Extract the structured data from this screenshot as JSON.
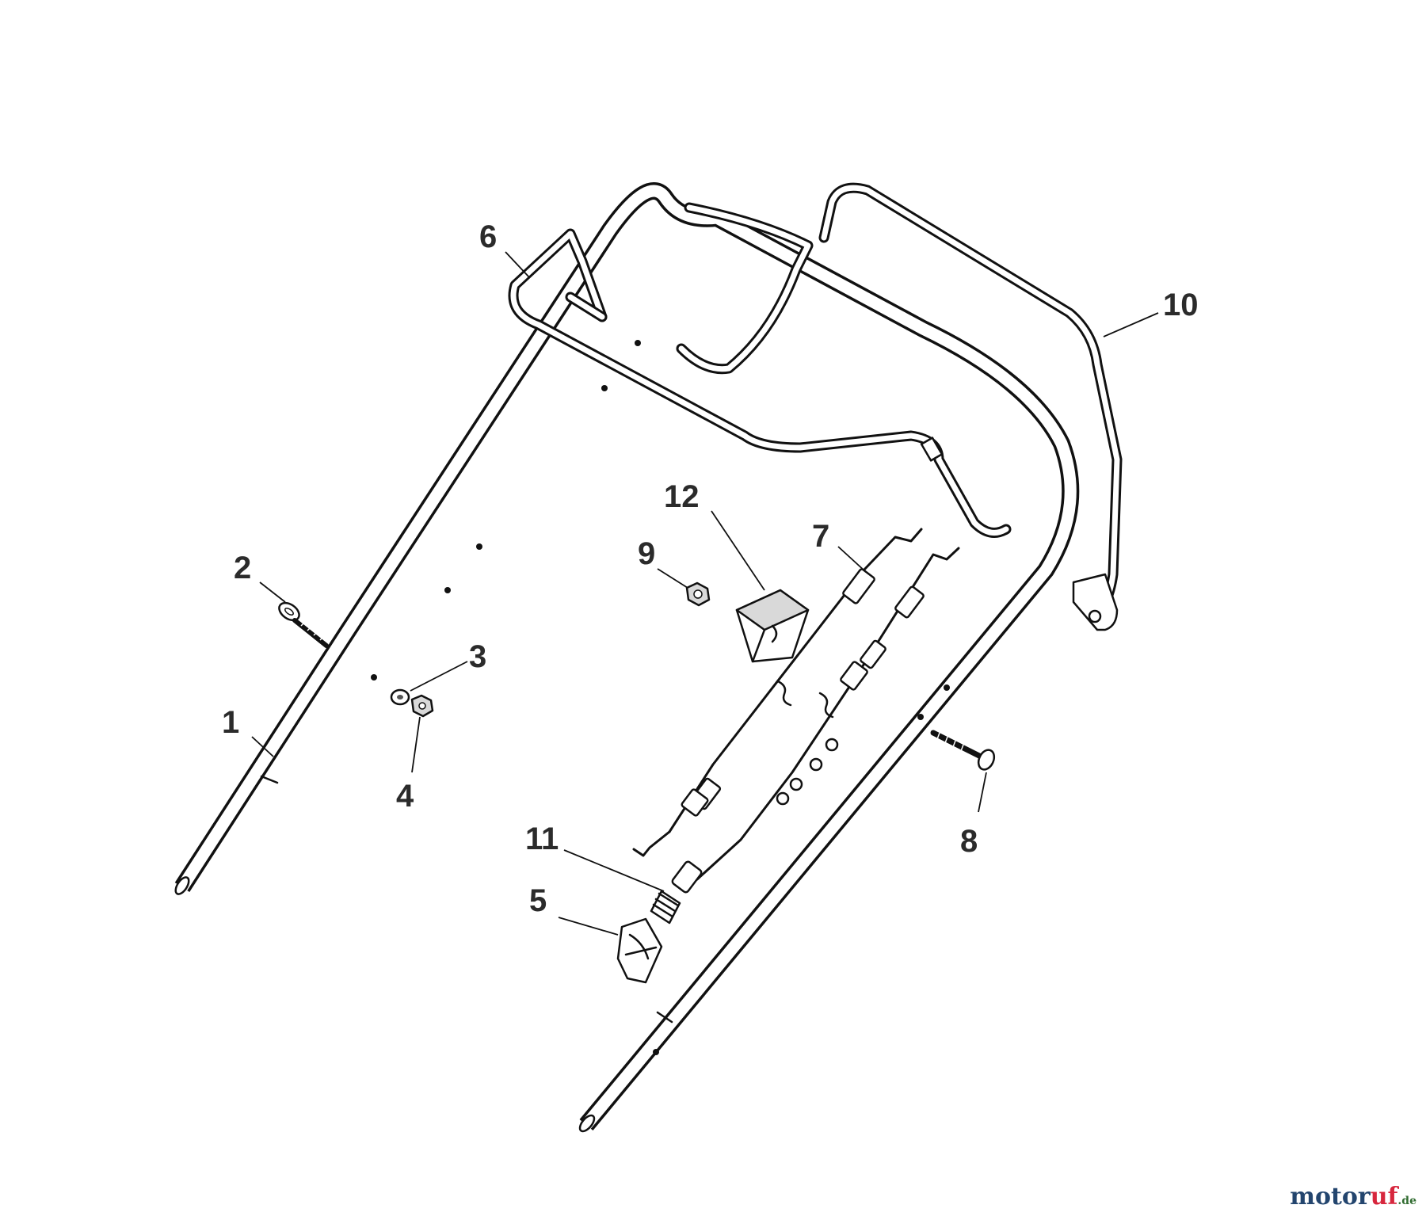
{
  "diagram": {
    "callouts": [
      {
        "id": "1",
        "label": "1"
      },
      {
        "id": "2",
        "label": "2"
      },
      {
        "id": "3",
        "label": "3"
      },
      {
        "id": "4",
        "label": "4"
      },
      {
        "id": "5",
        "label": "5"
      },
      {
        "id": "6",
        "label": "6"
      },
      {
        "id": "7",
        "label": "7"
      },
      {
        "id": "8",
        "label": "8"
      },
      {
        "id": "9",
        "label": "9"
      },
      {
        "id": "10",
        "label": "10"
      },
      {
        "id": "11",
        "label": "11"
      },
      {
        "id": "12",
        "label": "12"
      }
    ]
  },
  "watermark": {
    "brand_main": "motor",
    "brand_accent": "uf",
    "tld": ".de"
  },
  "colors": {
    "line": "#111111",
    "callout_text": "#2b2b2b",
    "watermark_main": "#23456e",
    "watermark_accent": "#d7263d"
  }
}
